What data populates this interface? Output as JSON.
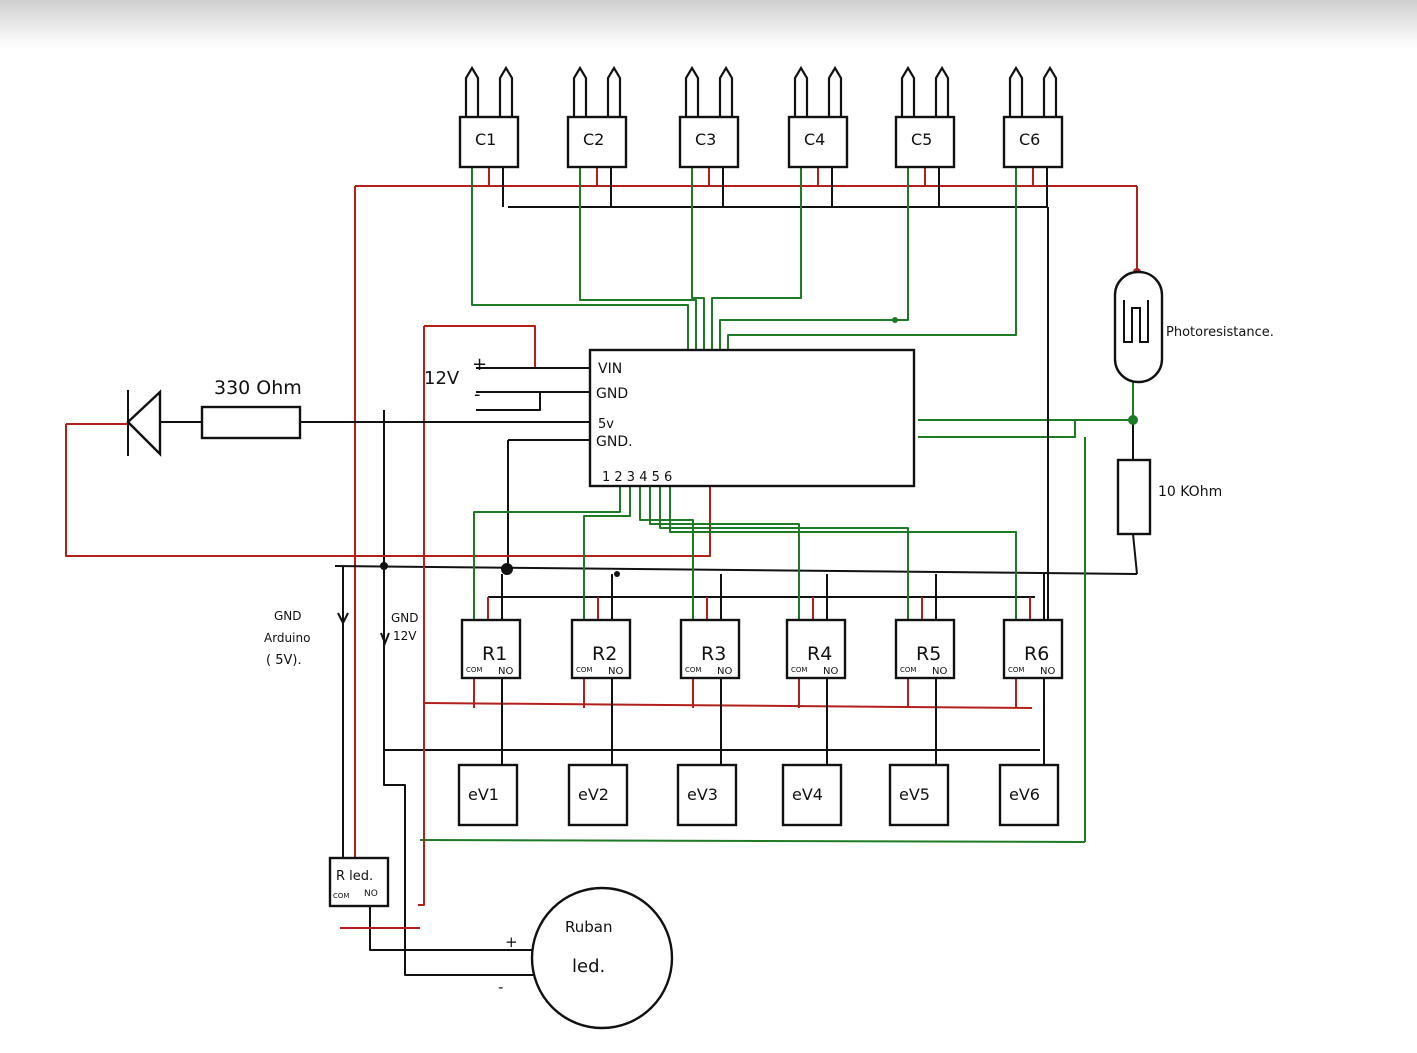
{
  "diagram": {
    "sensors": [
      "C1",
      "C2",
      "C3",
      "C4",
      "C5",
      "C6"
    ],
    "relays": [
      "R1",
      "R2",
      "R3",
      "R4",
      "R5",
      "R6"
    ],
    "valves": [
      "eV1",
      "eV2",
      "eV3",
      "eV4",
      "eV5",
      "eV6"
    ],
    "relay_pin_com": "COM",
    "relay_pin_no": "NO",
    "arduino": {
      "vin": "VIN",
      "gnd1": "GND",
      "v5": "5v",
      "gnd2": "GND.",
      "pins": "1 2 3 4 5 6"
    },
    "supply": {
      "label": "12V",
      "plus": "+",
      "minus": "-"
    },
    "resistor_label": "330 Ohm",
    "photoresistor_label": "Photoresistance.",
    "pull_resistor_label": "10 KOhm",
    "gnd_arduino_label": [
      "GND",
      "Arduino",
      "( 5V)."
    ],
    "gnd_12v_label": [
      "GND",
      "12V"
    ],
    "relay_led": {
      "name": "R led.",
      "com": "COM",
      "no": "NO"
    },
    "ruban": {
      "line1": "Ruban",
      "line2": "led.",
      "plus": "+",
      "minus": "-"
    }
  },
  "colors": {
    "black": "#111111",
    "red": "#b2201c",
    "green": "#1f7a26"
  }
}
